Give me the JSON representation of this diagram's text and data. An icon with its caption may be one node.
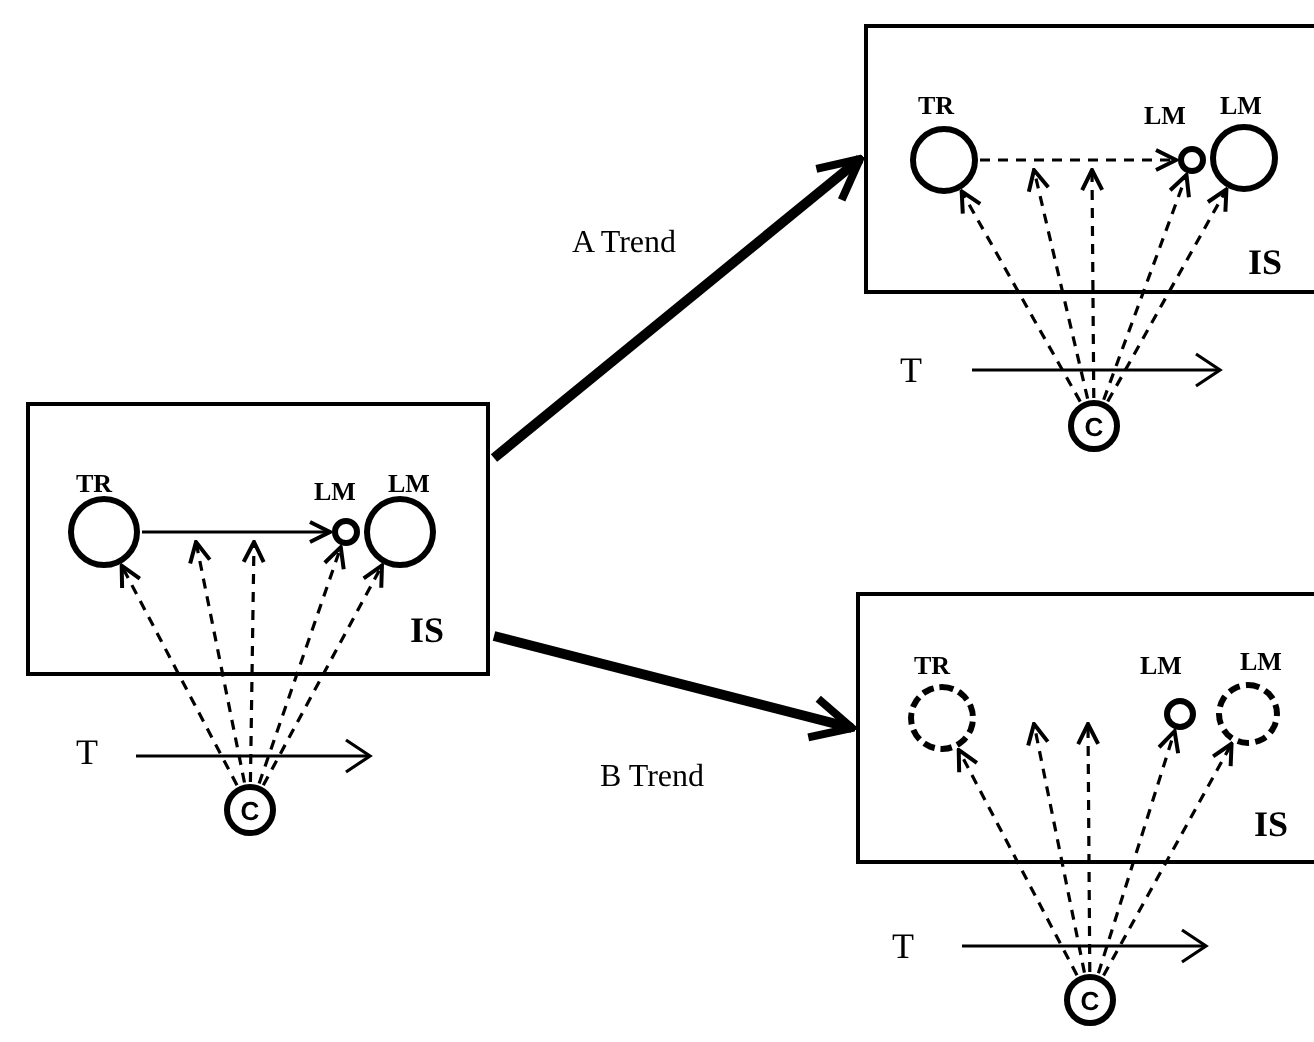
{
  "diagram": {
    "nodes": [
      {
        "text": [
          "IS"
        ]
      },
      {
        "text": [
          "TR"
        ],
        "in": 0
      },
      {
        "text": [
          "LM"
        ],
        "in": 0
      },
      {
        "text": [
          "LM"
        ],
        "in": 0
      },
      {
        "text": [
          "C"
        ]
      },
      {
        "text": [
          "IS"
        ]
      },
      {
        "text": [
          "TR"
        ],
        "in": 5
      },
      {
        "text": [
          "LM"
        ],
        "in": 5
      },
      {
        "text": [
          "LM"
        ],
        "in": 5
      },
      {
        "text": [
          "C"
        ]
      },
      {
        "text": [
          "IS"
        ]
      },
      {
        "text": [
          "TR"
        ],
        "in": 10
      },
      {
        "text": [
          "LM"
        ],
        "in": 10
      },
      {
        "text": [
          "LM"
        ],
        "in": 10
      },
      {
        "text": [
          "C"
        ]
      }
    ],
    "edges": [
      {
        "from": 1,
        "to": 2,
        "arrow": "to"
      },
      {
        "from": 4,
        "to": 1,
        "arrow": "to",
        "style": "dashed"
      },
      {
        "from": 4,
        "to": null,
        "arrow": "to",
        "style": "dashed"
      },
      {
        "from": 4,
        "to": null,
        "arrow": "to",
        "style": "dashed"
      },
      {
        "from": 4,
        "to": 2,
        "arrow": "to",
        "style": "dashed"
      },
      {
        "from": 4,
        "to": 3,
        "arrow": "to",
        "style": "dashed"
      },
      {
        "from": 6,
        "to": 7,
        "arrow": "to",
        "style": "dashed"
      },
      {
        "from": 9,
        "to": 6,
        "arrow": "to",
        "style": "dashed"
      },
      {
        "from": 9,
        "to": null,
        "arrow": "to",
        "style": "dashed"
      },
      {
        "from": 9,
        "to": null,
        "arrow": "to",
        "style": "dashed"
      },
      {
        "from": 9,
        "to": 7,
        "arrow": "to",
        "style": "dashed"
      },
      {
        "from": 9,
        "to": 8,
        "arrow": "to",
        "style": "dashed"
      },
      {
        "from": 14,
        "to": 11,
        "arrow": "to",
        "style": "dashed"
      },
      {
        "from": 14,
        "to": null,
        "arrow": "to",
        "style": "dashed"
      },
      {
        "from": 14,
        "to": null,
        "arrow": "to",
        "style": "dashed"
      },
      {
        "from": 14,
        "to": 12,
        "arrow": "to",
        "style": "dashed"
      },
      {
        "from": 14,
        "to": 13,
        "arrow": "to",
        "style": "dashed"
      },
      {
        "from": 0,
        "to": 5,
        "arrow": "to",
        "style": "thick",
        "label": "A Trend"
      },
      {
        "from": 0,
        "to": 10,
        "arrow": "to",
        "style": "thick",
        "label": "B Trend"
      }
    ],
    "labels": [
      "T",
      "T",
      "T"
    ]
  }
}
